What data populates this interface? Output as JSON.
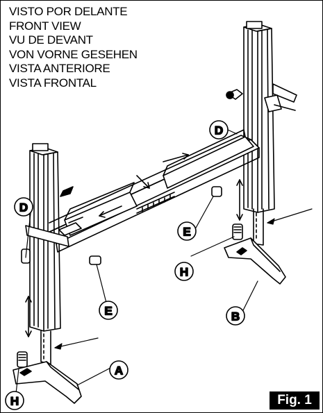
{
  "titles": [
    "VISTO POR DELANTE",
    "FRONT VIEW",
    "VU DE DEVANT",
    "VON VORNE GESEHEN",
    "VISTA ANTERIORE",
    "VISTA FRONTAL"
  ],
  "callouts": {
    "a": "A",
    "b": "B",
    "d": "D",
    "e": "E",
    "h": "H"
  },
  "figure_label": "Fig. 1",
  "colors": {
    "ink": "#000000",
    "paper": "#ffffff"
  }
}
